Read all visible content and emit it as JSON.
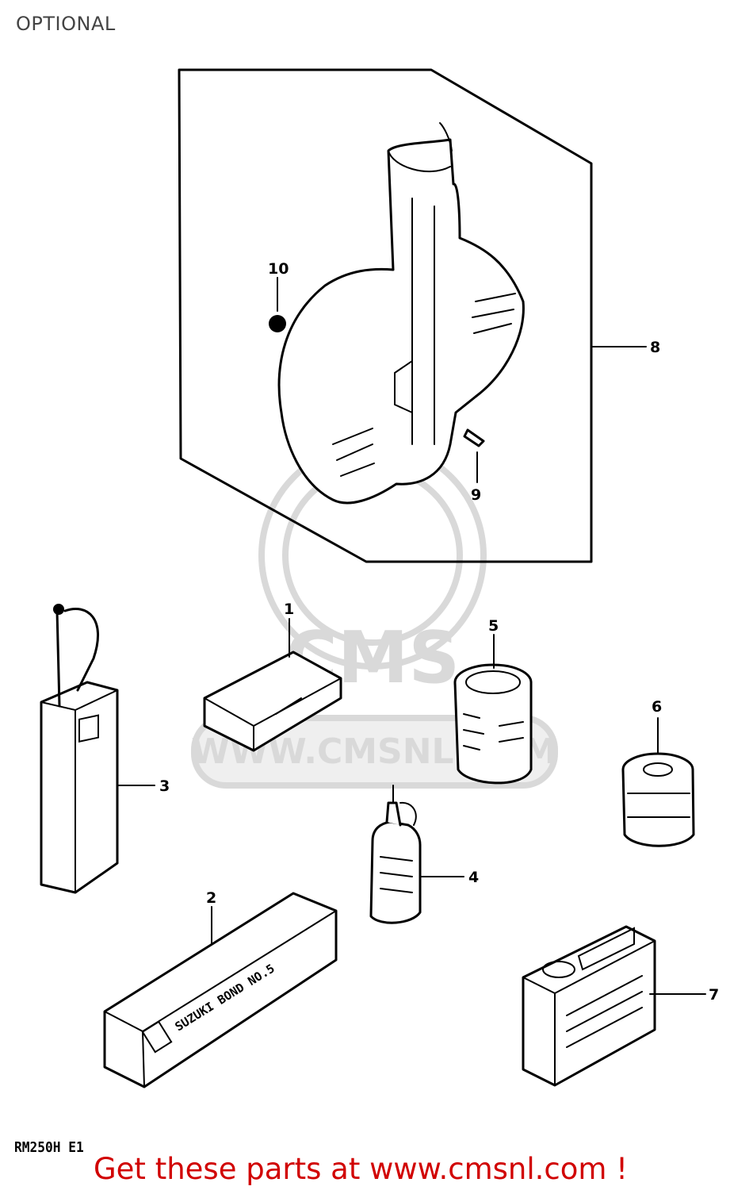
{
  "page": {
    "header": "OPTIONAL"
  },
  "diagram": {
    "callouts": [
      {
        "id": "1",
        "label": "1"
      },
      {
        "id": "2",
        "label": "2"
      },
      {
        "id": "3",
        "label": "3"
      },
      {
        "id": "4",
        "label": "4"
      },
      {
        "id": "5",
        "label": "5"
      },
      {
        "id": "6",
        "label": "6"
      },
      {
        "id": "7",
        "label": "7"
      },
      {
        "id": "8",
        "label": "8"
      },
      {
        "id": "9",
        "label": "9"
      },
      {
        "id": "10",
        "label": "10"
      }
    ],
    "code": "RM250H E1",
    "box_text": "SUZUKI BOND NO.5",
    "watermark": {
      "logo_text": "CMS",
      "url": "WWW.CMSNL.COM"
    }
  },
  "footer": {
    "link_text": "Get these parts at www.cmsnl.com !"
  }
}
